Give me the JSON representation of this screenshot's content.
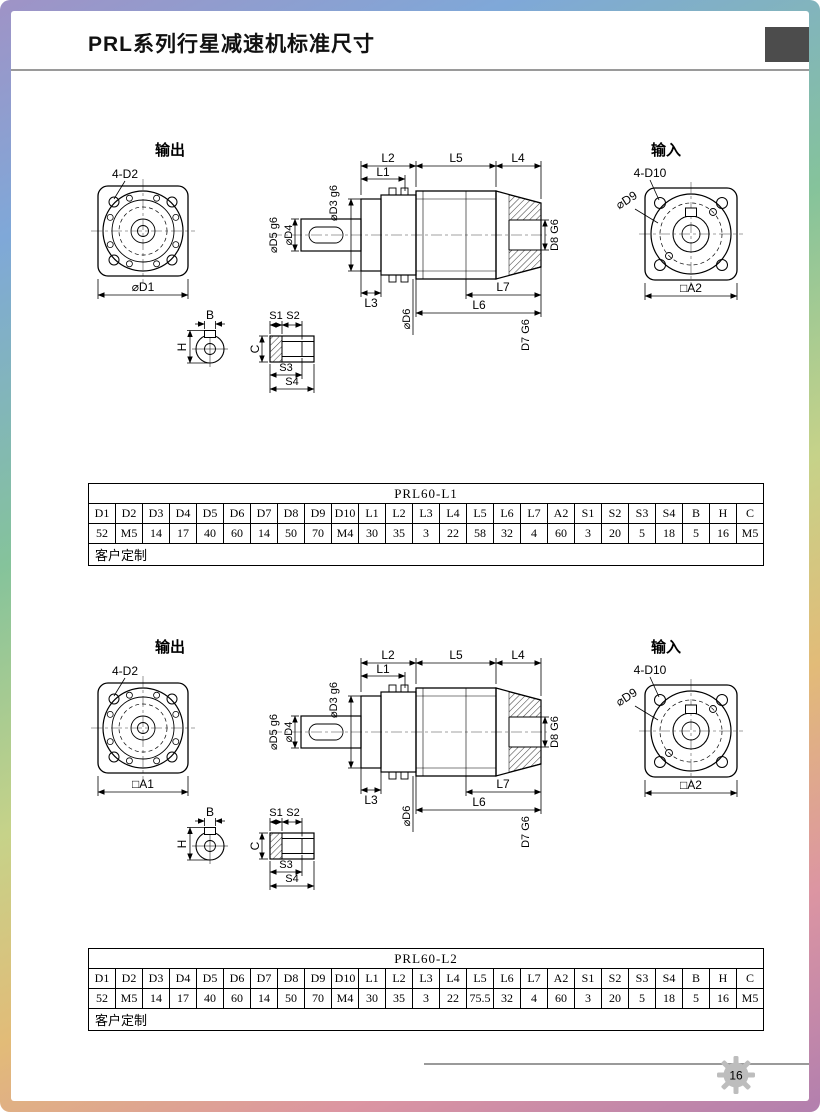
{
  "page": {
    "title": "PRL系列行星减速机标准尺寸",
    "page_number": "16"
  },
  "sections": [
    {
      "output_title": "输出",
      "input_title": "输入",
      "left_flange_bolts": "4-D2",
      "left_flange_bottom": "⌀D1",
      "right_flange_bolts": "4-D10",
      "right_flange_dia": "⌀D9",
      "right_flange_bottom": "□A2",
      "dims": {
        "L1": "L1",
        "L2": "L2",
        "L3": "L3",
        "L4": "L4",
        "L5": "L5",
        "L6": "L6",
        "L7": "L7",
        "D3": "⌀D3 g6",
        "D4": "⌀D4",
        "D5": "⌀D5 g6",
        "D6": "⌀D6",
        "D7": "D7 G6",
        "D8": "D8 G6"
      },
      "key_dims": {
        "B": "B",
        "H": "H",
        "C": "C",
        "S1": "S1",
        "S2": "S2",
        "S3": "S3",
        "S4": "S4"
      }
    },
    {
      "output_title": "输出",
      "input_title": "输入",
      "left_flange_bolts": "4-D2",
      "left_flange_bottom": "□A1",
      "right_flange_bolts": "4-D10",
      "right_flange_dia": "⌀D9",
      "right_flange_bottom": "□A2",
      "dims": {
        "L1": "L1",
        "L2": "L2",
        "L3": "L3",
        "L4": "L4",
        "L5": "L5",
        "L6": "L6",
        "L7": "L7",
        "D3": "⌀D3 g6",
        "D4": "⌀D4",
        "D5": "⌀D5 g6",
        "D6": "⌀D6",
        "D7": "D7 G6",
        "D8": "D8 G6"
      },
      "key_dims": {
        "B": "B",
        "H": "H",
        "C": "C",
        "S1": "S1",
        "S2": "S2",
        "S3": "S3",
        "S4": "S4"
      }
    }
  ],
  "tables": [
    {
      "title": "PRL60-L1",
      "headers": [
        "D1",
        "D2",
        "D3",
        "D4",
        "D5",
        "D6",
        "D7",
        "D8",
        "D9",
        "D10",
        "L1",
        "L2",
        "L3",
        "L4",
        "L5",
        "L6",
        "L7",
        "A2",
        "S1",
        "S2",
        "S3",
        "S4",
        "B",
        "H",
        "C"
      ],
      "values": [
        "52",
        "M5",
        "14",
        "17",
        "40",
        "60",
        "14",
        "50",
        "70",
        "M4",
        "30",
        "35",
        "3",
        "22",
        "58",
        "32",
        "4",
        "60",
        "3",
        "20",
        "5",
        "18",
        "5",
        "16",
        "M5"
      ],
      "footer": "客户定制"
    },
    {
      "title": "PRL60-L2",
      "headers": [
        "D1",
        "D2",
        "D3",
        "D4",
        "D5",
        "D6",
        "D7",
        "D8",
        "D9",
        "D10",
        "L1",
        "L2",
        "L3",
        "L4",
        "L5",
        "L6",
        "L7",
        "A2",
        "S1",
        "S2",
        "S3",
        "S4",
        "B",
        "H",
        "C"
      ],
      "values": [
        "52",
        "M5",
        "14",
        "17",
        "40",
        "60",
        "14",
        "50",
        "70",
        "M4",
        "30",
        "35",
        "3",
        "22",
        "75.5",
        "32",
        "4",
        "60",
        "3",
        "20",
        "5",
        "18",
        "5",
        "16",
        "M5"
      ],
      "footer": "客户定制"
    }
  ]
}
